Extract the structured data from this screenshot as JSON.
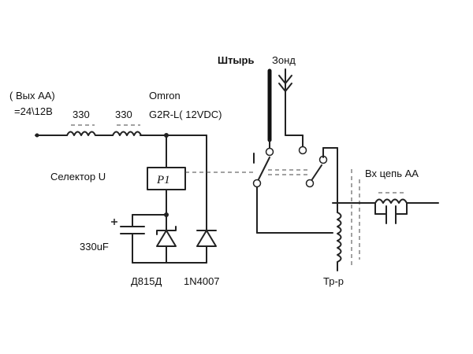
{
  "labels": {
    "output_title": "( Вых АА)",
    "supply": "=24\\12В",
    "choke1": "330",
    "choke2": "330",
    "relay_maker": "Omron",
    "relay_model": "G2R-L( 12VDC)",
    "selector": "Селектор U",
    "relay_tag": "Р1",
    "capacitor": "330uF",
    "zener": "Д815Д",
    "diode": "1N4007",
    "whip": "Штырь",
    "probe": "Зонд",
    "input_circuit": "Вх цепь АА",
    "transformer": "Тр-р"
  }
}
